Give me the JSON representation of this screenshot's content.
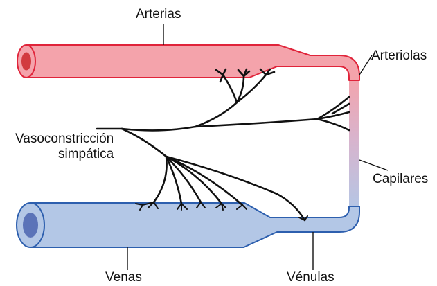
{
  "labels": {
    "arterias": "Arterias",
    "arteriolas": "Arteriolas",
    "capilares": "Capilares",
    "vasoconstriccion_line1": "Vasoconstricción",
    "vasoconstriccion_line2": "simpática",
    "venas": "Venas",
    "venulas": "Vénulas"
  },
  "colors": {
    "artery_fill": "#f4a3ab",
    "artery_stroke": "#e0243a",
    "artery_lumen": "#d23a3f",
    "vein_fill": "#b3c7e6",
    "vein_stroke": "#2d5fae",
    "vein_lumen": "#5b73b8",
    "nerve": "#111111"
  }
}
